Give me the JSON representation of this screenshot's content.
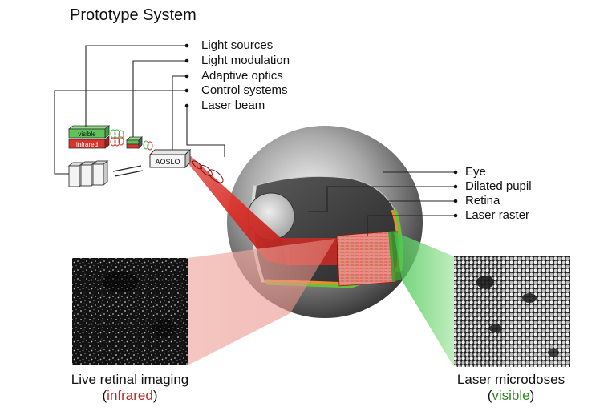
{
  "title": "Prototype System",
  "system_labels": [
    "Light sources",
    "Light modulation",
    "Adaptive optics",
    "Control systems",
    "Laser beam"
  ],
  "eye_labels": [
    "Eye",
    "Dilated pupil",
    "Retina",
    "Laser raster"
  ],
  "device_labels": {
    "visible": "visible",
    "infrared": "infrared",
    "aoslo": "AOSLO"
  },
  "captions": {
    "left_main": "Live retinal imaging",
    "left_paren_open": "(",
    "left_word": "infrared",
    "left_paren_close": ")",
    "right_main": "Laser microdoses",
    "right_paren_open": "(",
    "right_word": "visible",
    "right_paren_close": ")"
  },
  "colors": {
    "infrared": "#c8261f",
    "visible": "#2f8a22",
    "green_box": "#5fc35a",
    "red_box": "#d9342b"
  }
}
